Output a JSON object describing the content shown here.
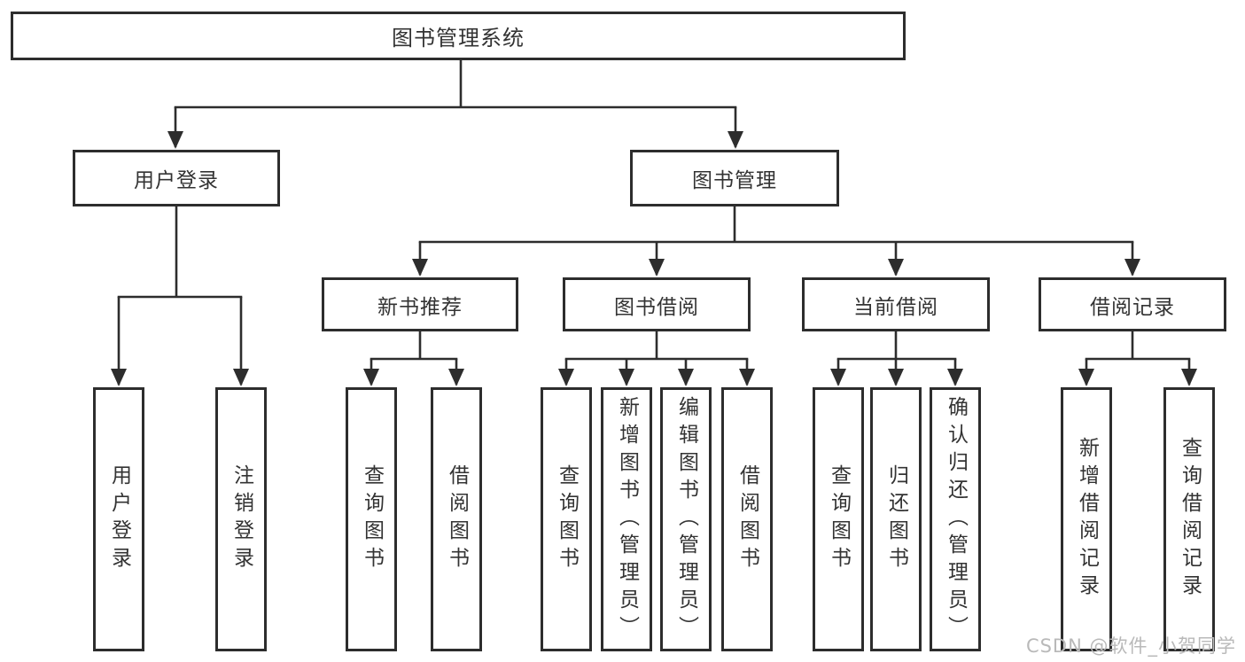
{
  "root": {
    "label": "图书管理系统"
  },
  "branches": {
    "user_login": {
      "label": "用户登录",
      "children": [
        {
          "label": "用户登录"
        },
        {
          "label": "注销登录"
        }
      ]
    },
    "book_management": {
      "label": "图书管理",
      "modules": [
        {
          "label": "新书推荐",
          "children": [
            {
              "label": "查询图书"
            },
            {
              "label": "借阅图书"
            }
          ]
        },
        {
          "label": "图书借阅",
          "children": [
            {
              "label": "查询图书"
            },
            {
              "label": "新增图书（管理员）"
            },
            {
              "label": "编辑图书（管理员）"
            },
            {
              "label": "借阅图书"
            }
          ]
        },
        {
          "label": "当前借阅",
          "children": [
            {
              "label": "查询图书"
            },
            {
              "label": "归还图书"
            },
            {
              "label": "确认归还（管理员）"
            }
          ]
        },
        {
          "label": "借阅记录",
          "children": [
            {
              "label": "新增借阅记录"
            },
            {
              "label": "查询借阅记录"
            }
          ]
        }
      ]
    }
  },
  "watermark": {
    "text": "CSDN @软件_小贺同学"
  },
  "colors": {
    "line": "#2d2d2d",
    "text": "#333333",
    "watermark": "#b9b9b9",
    "background": "#ffffff"
  }
}
